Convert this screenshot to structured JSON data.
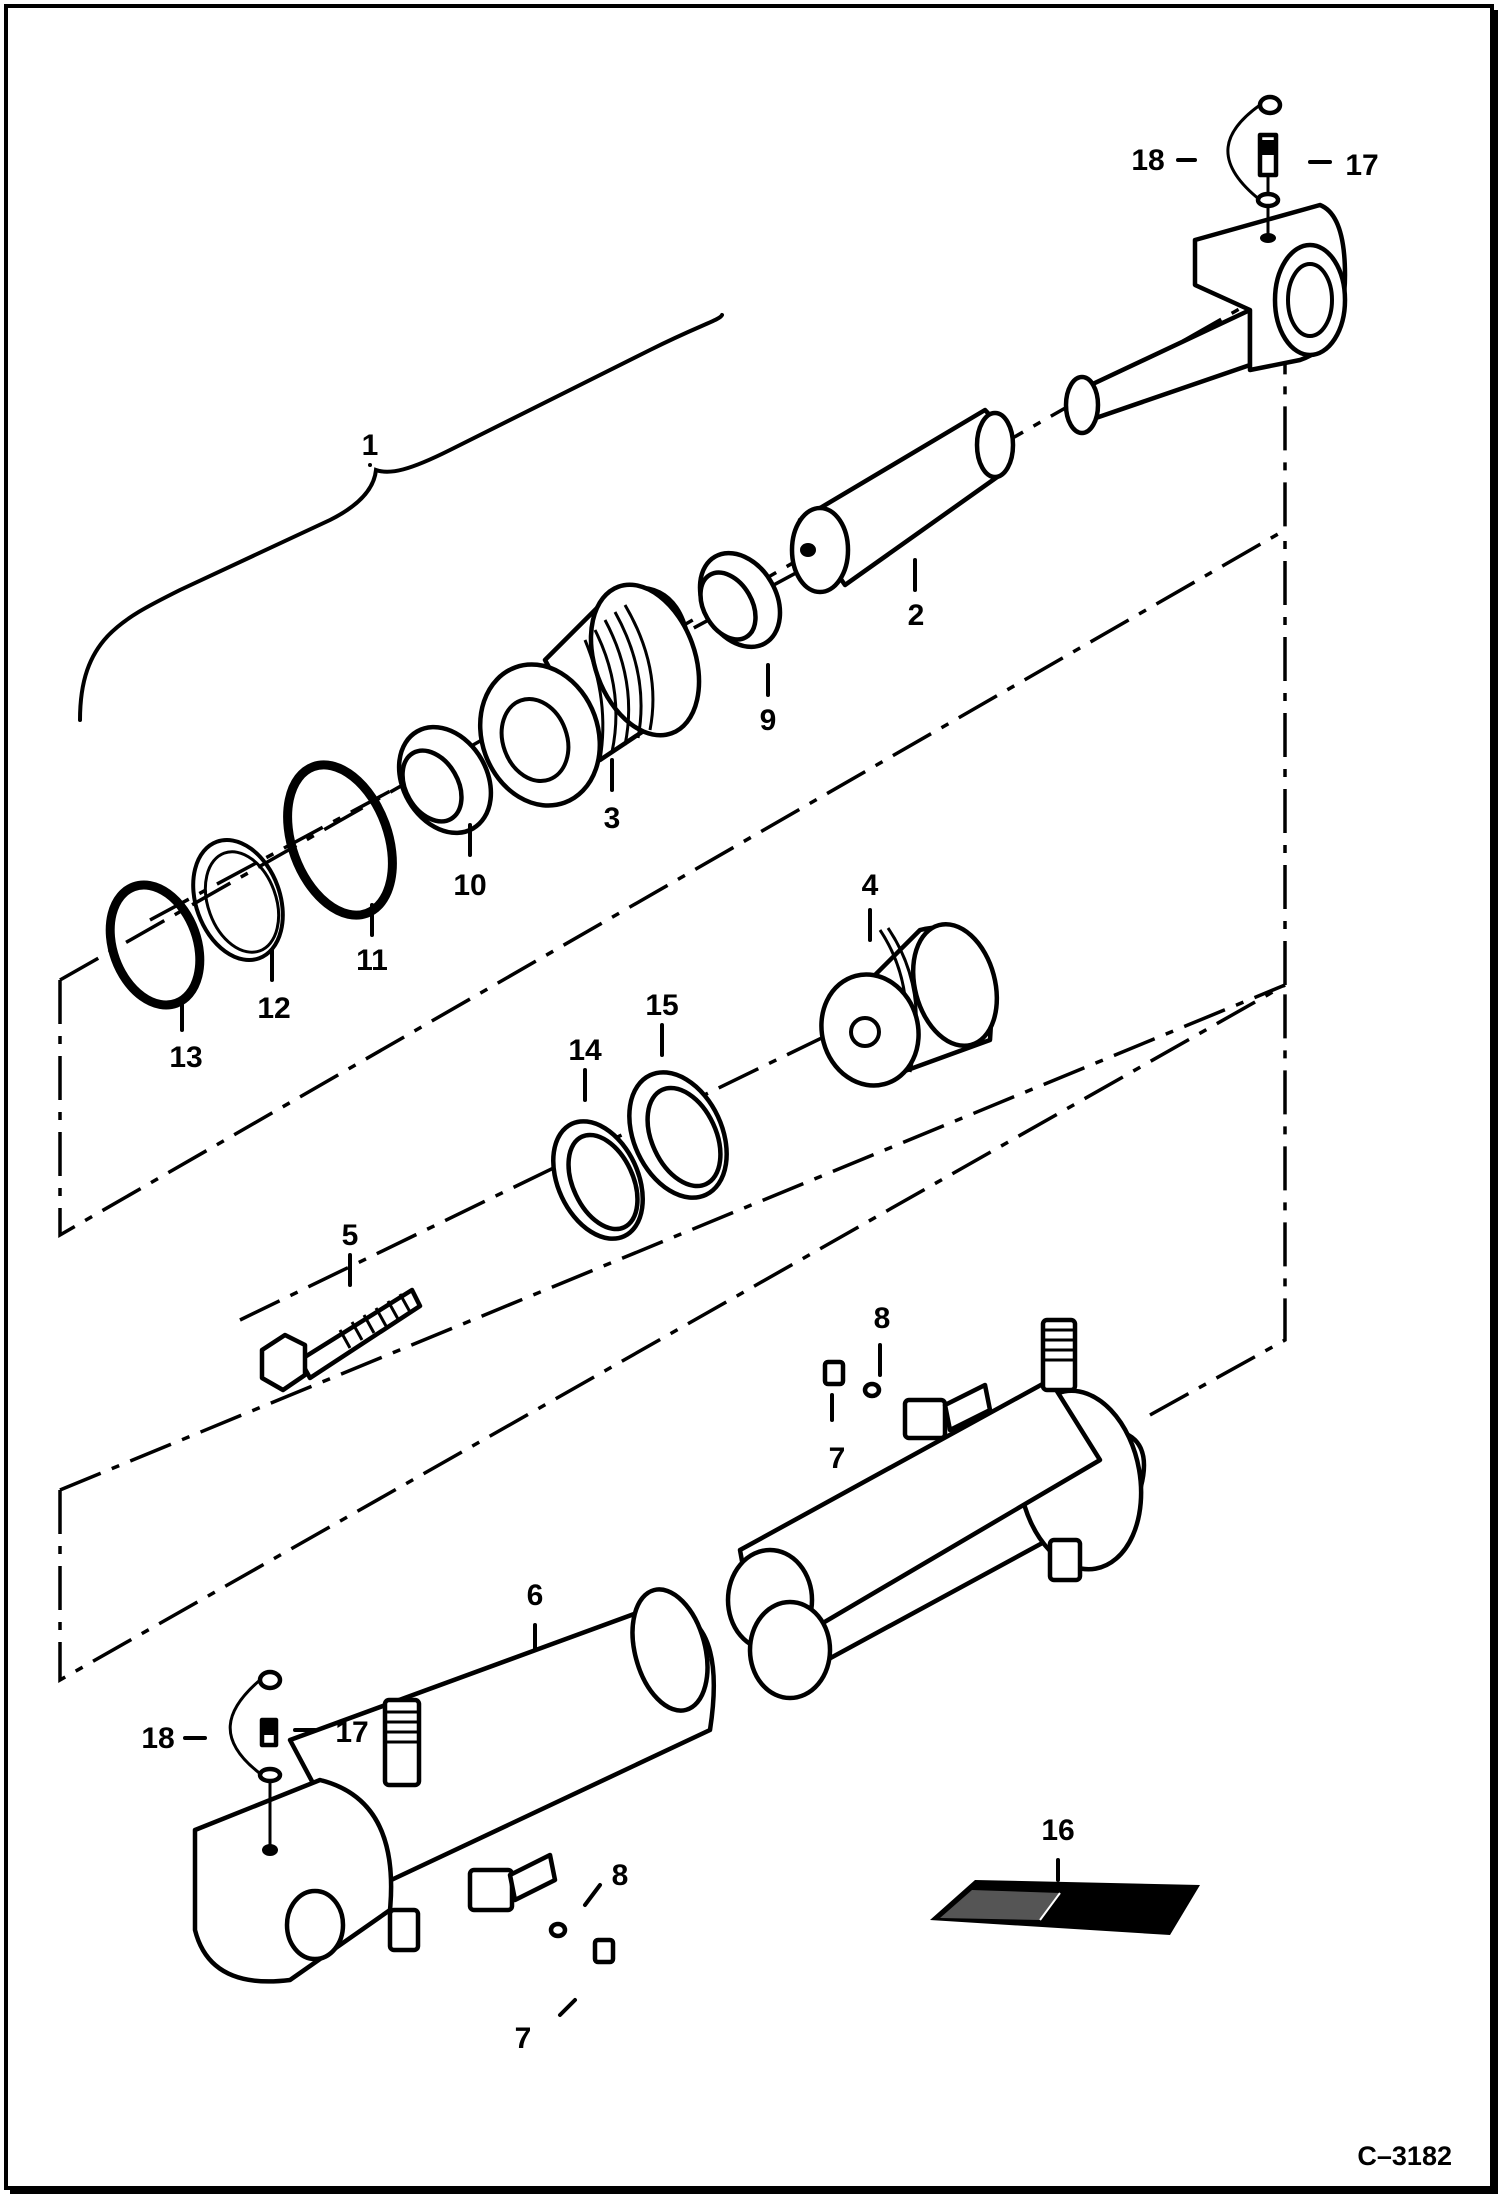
{
  "figure_ref": "C–3182",
  "callouts": {
    "c1": "1",
    "c2": "2",
    "c3": "3",
    "c4": "4",
    "c5": "5",
    "c6": "6",
    "c7a": "7",
    "c7b": "7",
    "c8a": "8",
    "c8b": "8",
    "c9": "9",
    "c10": "10",
    "c11": "11",
    "c12": "12",
    "c13": "13",
    "c14": "14",
    "c15": "15",
    "c16": "16",
    "c17a": "17",
    "c17b": "17",
    "c18a": "18",
    "c18b": "18"
  }
}
